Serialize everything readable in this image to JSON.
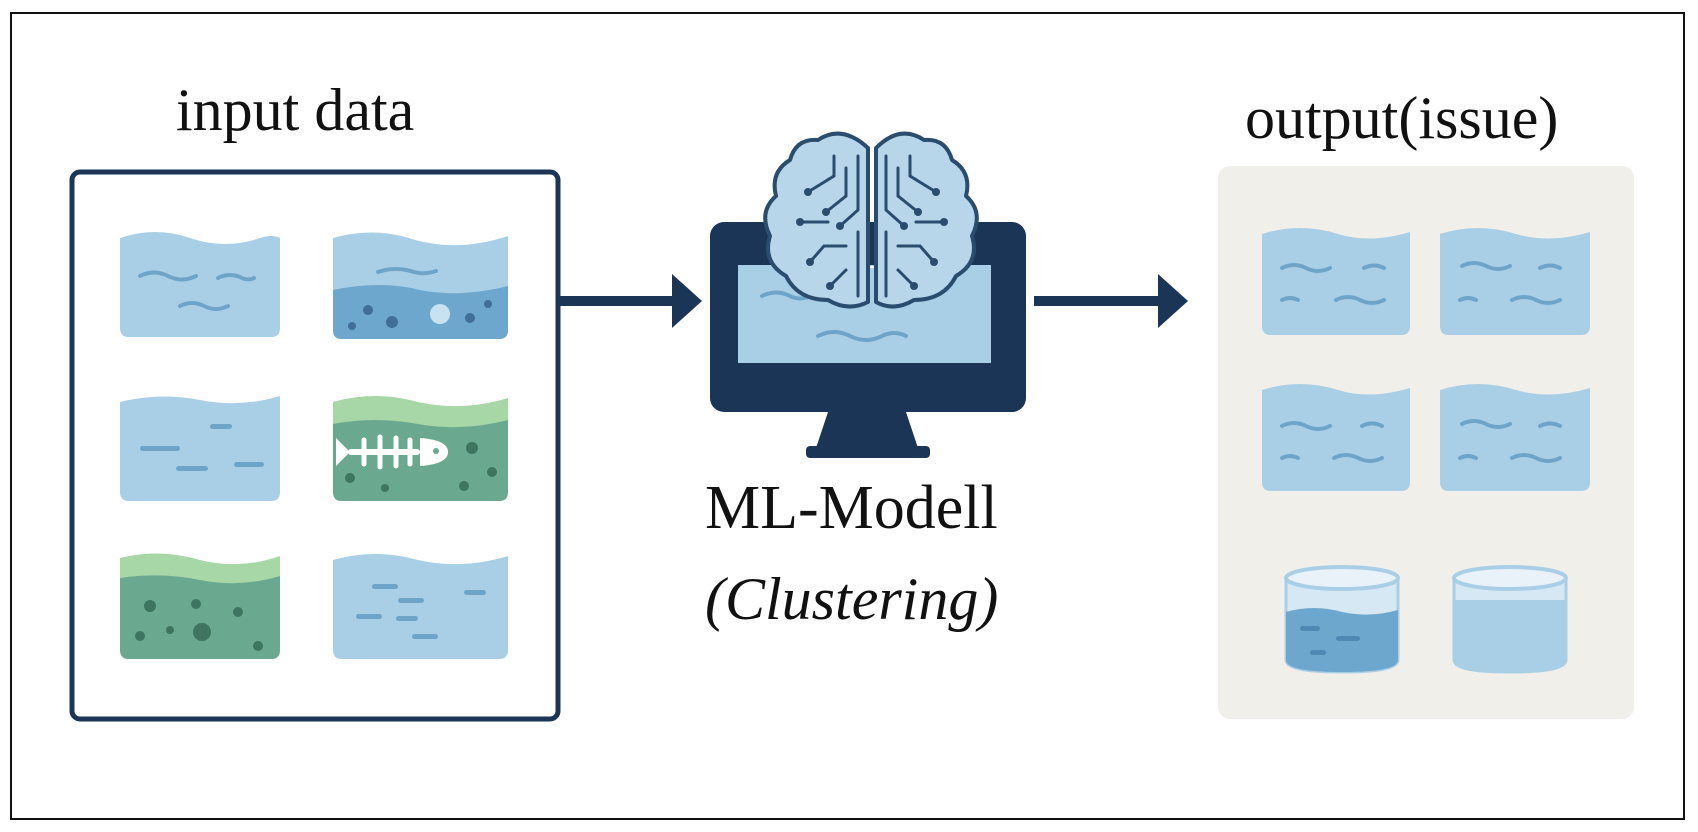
{
  "input": {
    "title": "input data"
  },
  "model": {
    "title": "ML-Modell",
    "subtitle": "(Clustering)"
  },
  "output": {
    "title": "output(issue)"
  },
  "colors": {
    "navy": "#1b3556",
    "water_light": "#a9cfe6",
    "water_dark": "#6ea7cd",
    "water_line": "#6fa4c9",
    "algae_green": "#6aa98f",
    "algae_top": "#a7d7a6",
    "output_bg": "#f1efea",
    "brain_fill": "#b7d6ea",
    "brain_line": "#2a4d6e"
  },
  "icons": {
    "input_tiles": [
      "clean-water-icon",
      "sediment-water-icon",
      "calm-water-icon",
      "dead-fish-water-icon",
      "algae-water-icon",
      "calm-water-icon"
    ],
    "output_tiles": [
      "clean-water-icon",
      "clean-water-icon",
      "clean-water-icon",
      "clean-water-icon",
      "water-glass-icon",
      "water-glass-icon"
    ],
    "model": [
      "monitor-icon",
      "brain-circuit-icon"
    ]
  }
}
